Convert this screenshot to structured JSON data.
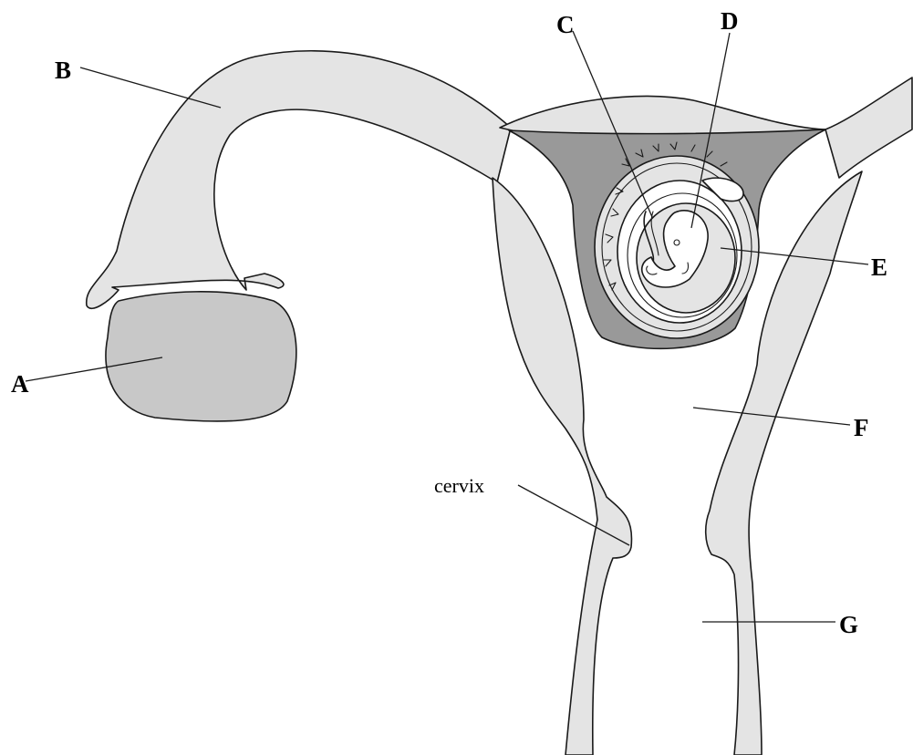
{
  "labels": {
    "A": "A",
    "B": "B",
    "C": "C",
    "D": "D",
    "E": "E",
    "F": "F",
    "G": "G",
    "cervix": "cervix"
  },
  "colors": {
    "light_fill": "#e4e4e4",
    "ovary_fill": "#c8c8c8",
    "dark_fill": "#999999",
    "outline": "#1a1a1a",
    "background": "#ffffff"
  }
}
